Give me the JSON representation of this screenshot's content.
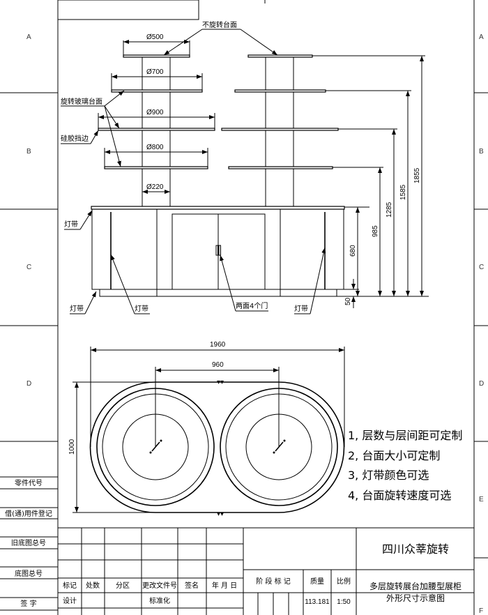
{
  "zones_left": [
    "A",
    "B",
    "C",
    "D"
  ],
  "zones_right": [
    "A",
    "B",
    "C",
    "D",
    "E",
    "F"
  ],
  "callouts": {
    "fixed_top": "不旋转台面",
    "rotating_glass": "旋转玻璃台面",
    "silicone_edge": "硅胶挡边",
    "light_strip": "灯带",
    "doors": "两面4个门"
  },
  "dimensions": {
    "d500": "Ø500",
    "d700": "Ø700",
    "d900": "Ø900",
    "d800": "Ø800",
    "d220": "Ø220",
    "h680": "680",
    "h985": "985",
    "h1285": "1285",
    "h1585": "1585",
    "h1855": "1855",
    "h50": "50",
    "w1960": "1960",
    "w960": "960",
    "depth1000": "1000"
  },
  "notes": [
    "1, 层数与层间距可定制",
    "2, 台面大小可定制",
    "3, 灯带颜色可选",
    "4, 台面旋转速度可选"
  ],
  "side_table": [
    "零件代号",
    "借(通)用件登记",
    "旧底图总号",
    "底图总号",
    "签 字"
  ],
  "title_block": {
    "company": "四川众莘旋转",
    "title_line1": "多层旋转展台加腰型展柜",
    "title_line2": "外形尺寸示意图",
    "headers": [
      "标记",
      "处数",
      "分区",
      "更改文件号",
      "签名",
      "年 月 日"
    ],
    "stage_mark": "阶 段 标 记",
    "mass_label": "质量",
    "scale_label": "比例",
    "mass_value": "113.181",
    "scale_value": "1:50",
    "design": "设计",
    "standardize": "标准化"
  }
}
